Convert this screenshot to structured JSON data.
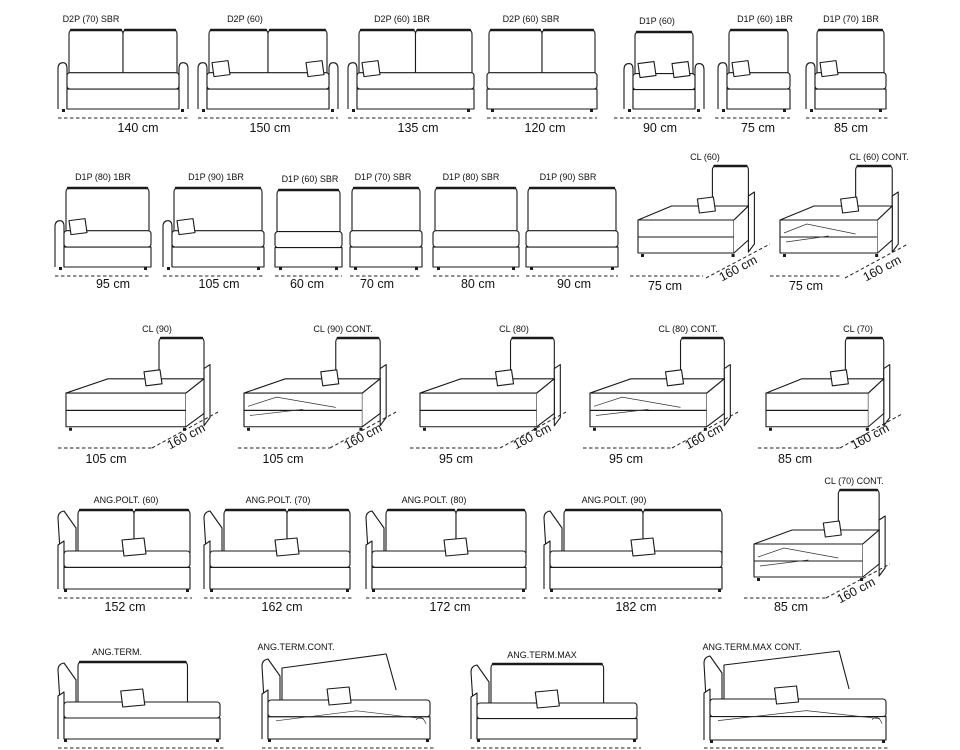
{
  "modules": [
    {
      "code": "D2P (70) SBR",
      "dim": "140 cm"
    },
    {
      "code": "D2P (60)",
      "dim": "150 cm"
    },
    {
      "code": "D2P (60) 1BR",
      "dim": "135 cm"
    },
    {
      "code": "D2P (60) SBR",
      "dim": "120 cm"
    },
    {
      "code": "D1P (60)",
      "dim": "90 cm"
    },
    {
      "code": "D1P (60) 1BR",
      "dim": "75 cm"
    },
    {
      "code": "D1P (70) 1BR",
      "dim": "85 cm"
    },
    {
      "code": "D1P (80) 1BR",
      "dim": "95 cm"
    },
    {
      "code": "D1P (90) 1BR",
      "dim": "105 cm"
    },
    {
      "code": "D1P (60) SBR",
      "dim": "60 cm"
    },
    {
      "code": "D1P (70) SBR",
      "dim": "70 cm"
    },
    {
      "code": "D1P (80) SBR",
      "dim": "80 cm"
    },
    {
      "code": "D1P (90) SBR",
      "dim": "90 cm"
    },
    {
      "code": "CL (60)",
      "dim": "75 cm",
      "depth": "160 cm"
    },
    {
      "code": "CL (60) CONT.",
      "dim": "75 cm",
      "depth": "160 cm"
    },
    {
      "code": "CL (90)",
      "dim": "105 cm",
      "depth": "160 cm"
    },
    {
      "code": "CL (90) CONT.",
      "dim": "105 cm",
      "depth": "160 cm"
    },
    {
      "code": "CL (80)",
      "dim": "95 cm",
      "depth": "160 cm"
    },
    {
      "code": "CL (80) CONT.",
      "dim": "95 cm",
      "depth": "160 cm"
    },
    {
      "code": "CL (70)",
      "dim": "85 cm",
      "depth": "160 cm"
    },
    {
      "code": "ANG.POLT. (60)",
      "dim": "152 cm"
    },
    {
      "code": "ANG.POLT. (70)",
      "dim": "162 cm"
    },
    {
      "code": "ANG.POLT. (80)",
      "dim": "172 cm"
    },
    {
      "code": "ANG.POLT. (90)",
      "dim": "182 cm"
    },
    {
      "code": "CL (70) CONT.",
      "dim": "85 cm",
      "depth": "160 cm"
    },
    {
      "code": "ANG.TERM.",
      "dim": ""
    },
    {
      "code": "ANG.TERM.CONT.",
      "dim": ""
    },
    {
      "code": "ANG.TERM.MAX",
      "dim": ""
    },
    {
      "code": "ANG.TERM.MAX CONT.",
      "dim": ""
    }
  ]
}
